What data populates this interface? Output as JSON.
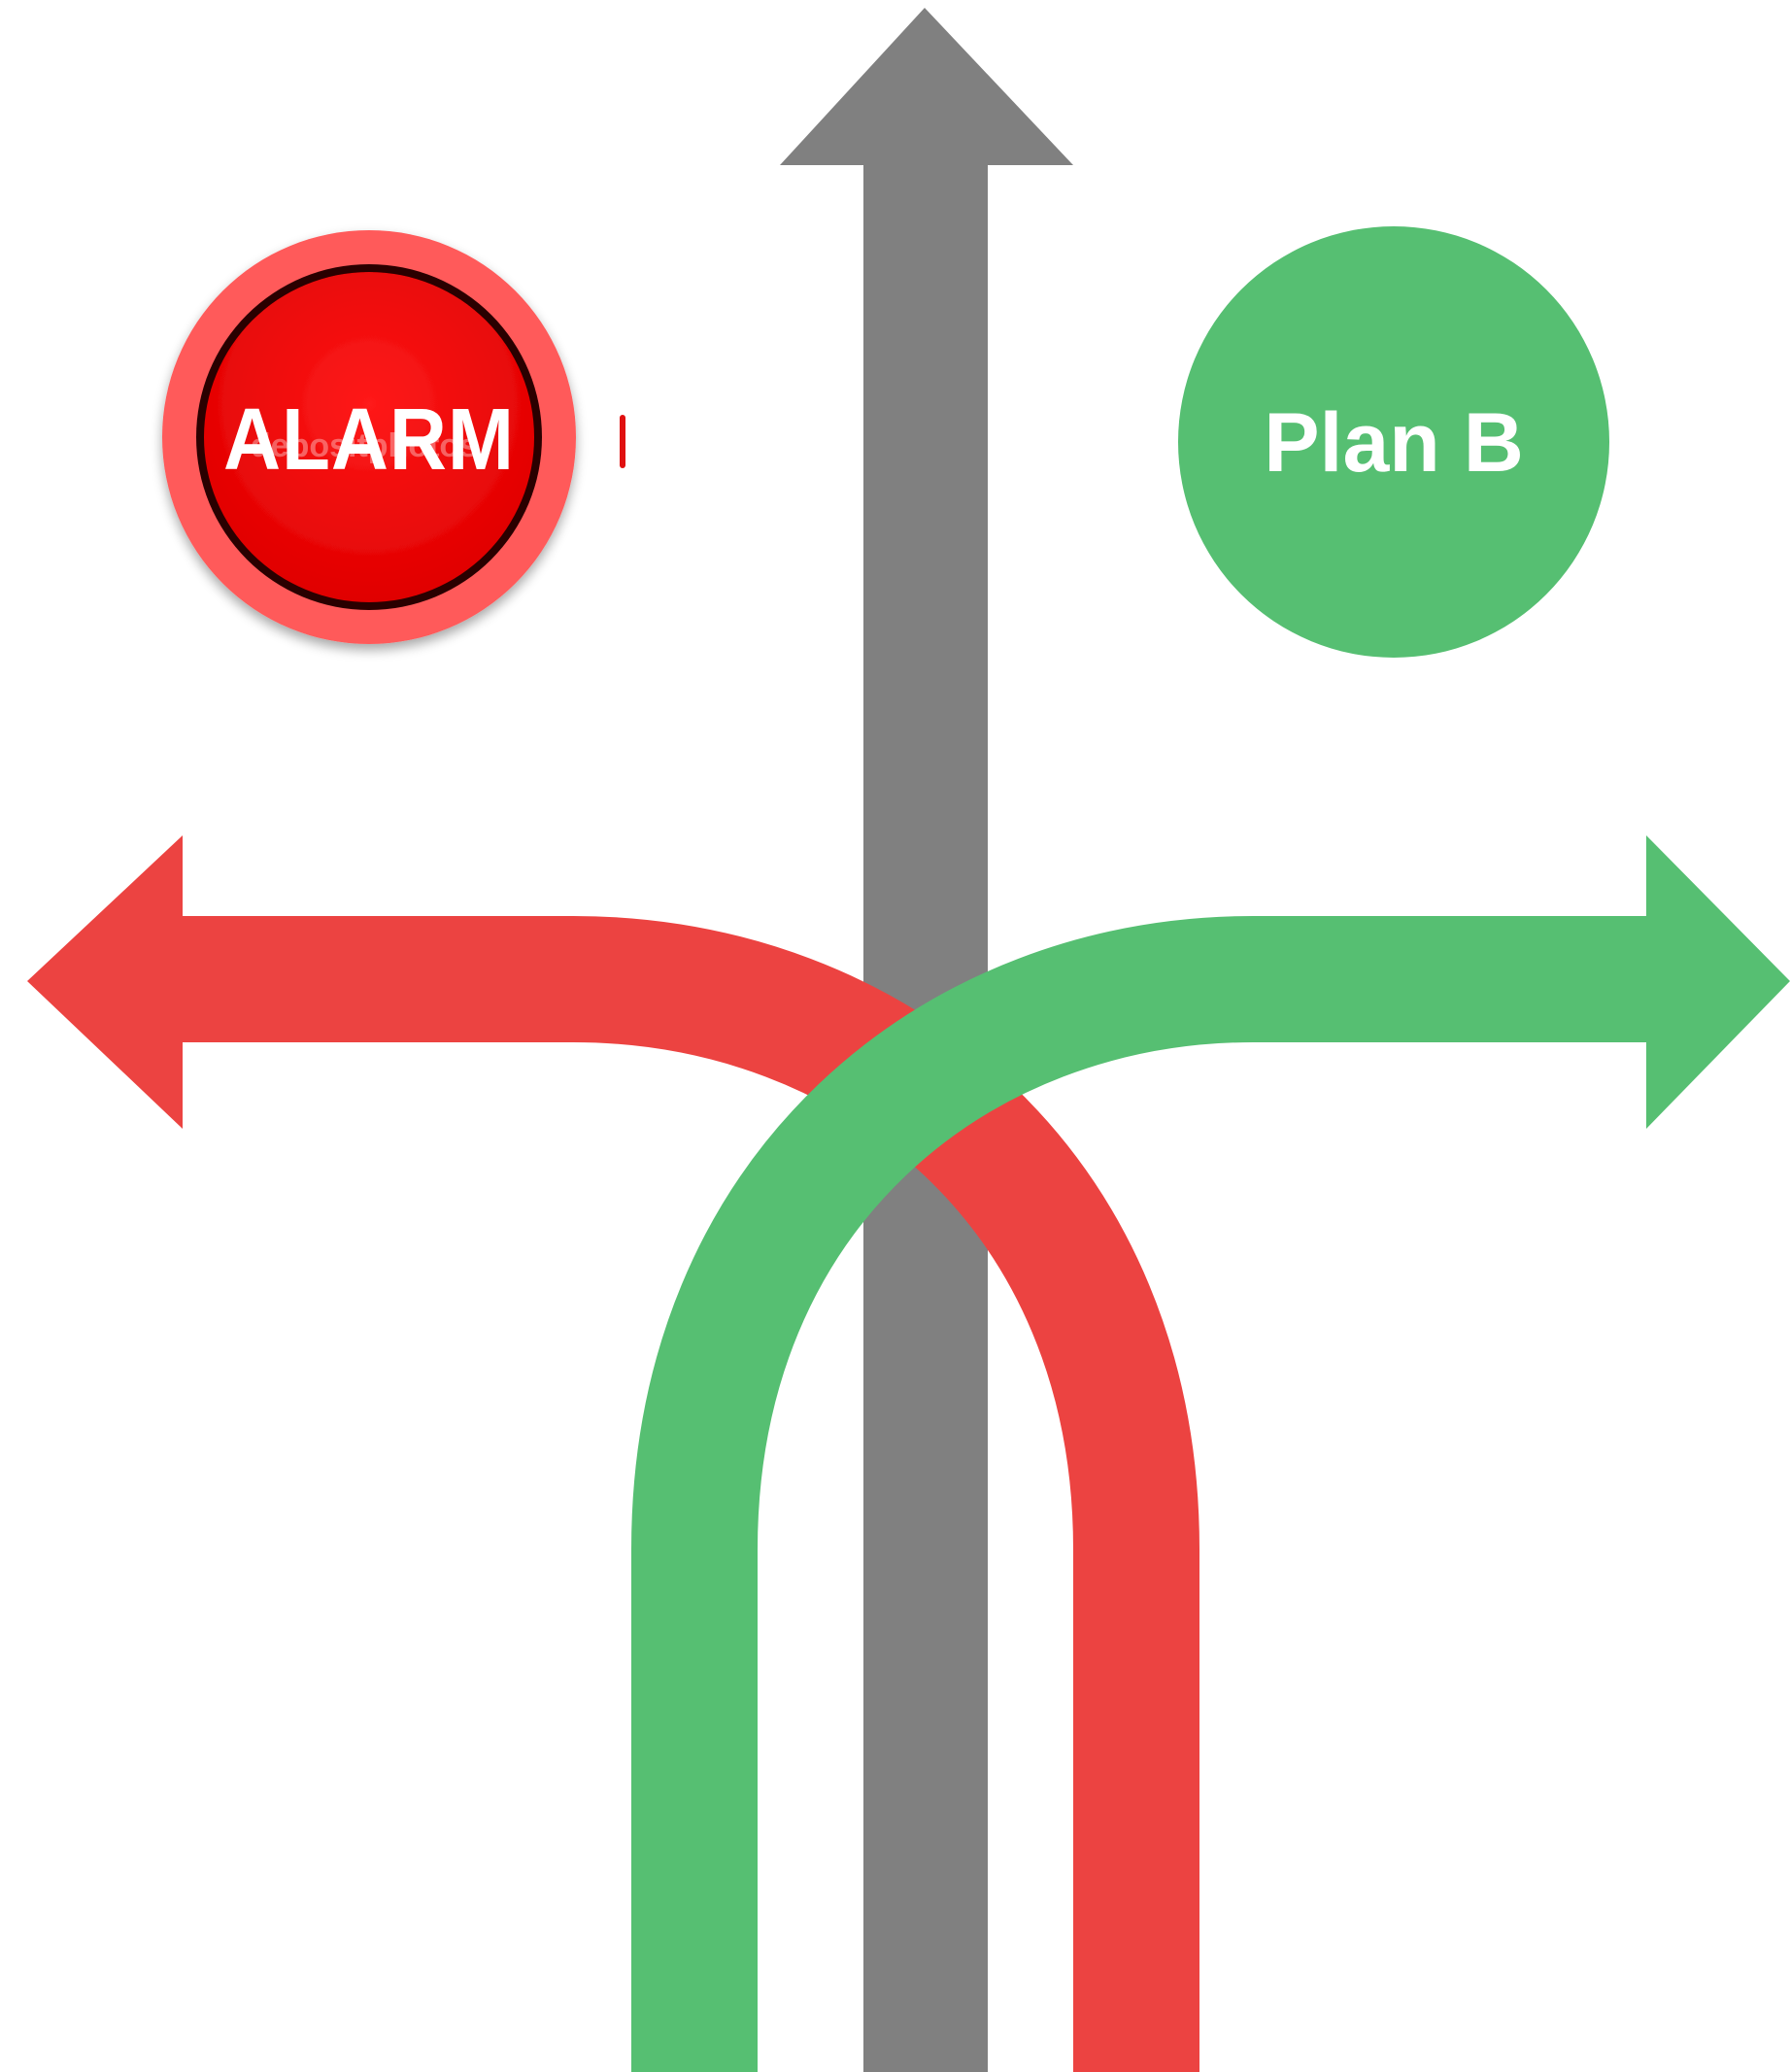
{
  "alarm_button": {
    "label": "ALARM",
    "watermark": "depositphotos"
  },
  "plan_b": {
    "label": "Plan B"
  },
  "colors": {
    "gray_arrow": "#808080",
    "red_arrow": "#EC4341",
    "green_arrow": "#56BF72",
    "alarm_red": "#FF0000",
    "alarm_ring": "#FF5A5A",
    "alarm_border": "#2A0000",
    "text_white": "#FFFFFF"
  },
  "icons": {
    "straight": "straight-up-arrow-icon",
    "left": "curved-left-arrow-icon",
    "right": "curved-right-arrow-icon"
  }
}
